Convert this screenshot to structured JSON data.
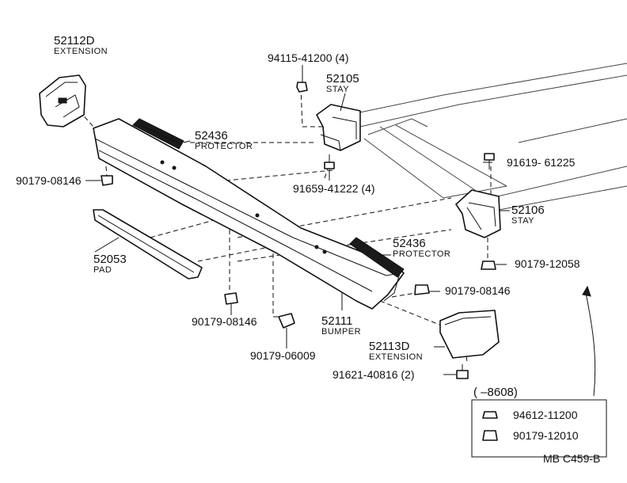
{
  "parts": {
    "ext_left": {
      "number": "52112D",
      "name": "EXTENSION"
    },
    "protector_top": {
      "number": "52436",
      "name": "PROTECTOR"
    },
    "nut_top": {
      "number": "94115-41200 (4)"
    },
    "stay_top": {
      "number": "52105",
      "name": "STAY"
    },
    "clip_left": {
      "number": "90179-08146"
    },
    "bolt_mid": {
      "number": "91659-41222 (4)"
    },
    "bolt_right": {
      "number": "91619- 61225"
    },
    "stay_right": {
      "number": "52106",
      "name": "STAY"
    },
    "pad": {
      "number": "52053",
      "name": "PAD"
    },
    "protector_bottom": {
      "number": "52436",
      "name": "PROTECTOR"
    },
    "clip_right_small": {
      "number": "90179-12058"
    },
    "clip_right": {
      "number": "90179-08146"
    },
    "clip_bottom": {
      "number": "90179-08146"
    },
    "bumper": {
      "number": "52111",
      "name": "BUMPER"
    },
    "clip_bottom2": {
      "number": "90179-06009"
    },
    "ext_right": {
      "number": "52113D",
      "name": "EXTENSION"
    },
    "bolt_ext": {
      "number": "91621-40816 (2)"
    }
  },
  "inset": {
    "range": "(      –8608)",
    "item1": "94612-11200",
    "item2": "90179-12010"
  },
  "code": "MB  C459-B"
}
